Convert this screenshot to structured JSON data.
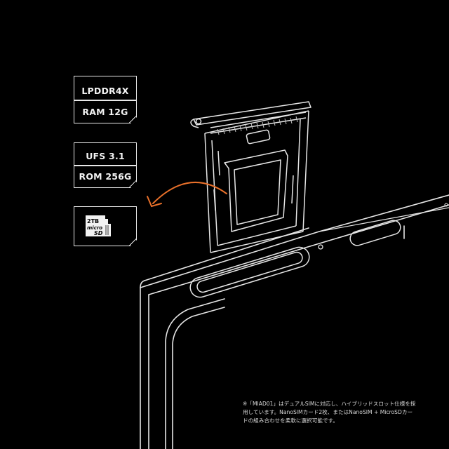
{
  "cards": {
    "memory": {
      "type": "LPDDR4X",
      "size": "RAM 12G"
    },
    "storage": {
      "type": "UFS 3.1",
      "size": "ROM 256G"
    },
    "sd": {
      "capacity": "2TB",
      "icon": "microsd-card-icon"
    }
  },
  "footnote": {
    "line1": "※「MIAD01」はデュアルSIMに対応し、ハイブリッドスロット仕様を採",
    "line2": "用しています。NanoSIMカード2枚、またはNanoSIM + MicroSDカー",
    "line3": "ドの組み合わせを柔軟に選択可能です。"
  },
  "colors": {
    "background": "#000000",
    "line_art": "#e6e6e6",
    "arrow": "#e8702a"
  }
}
